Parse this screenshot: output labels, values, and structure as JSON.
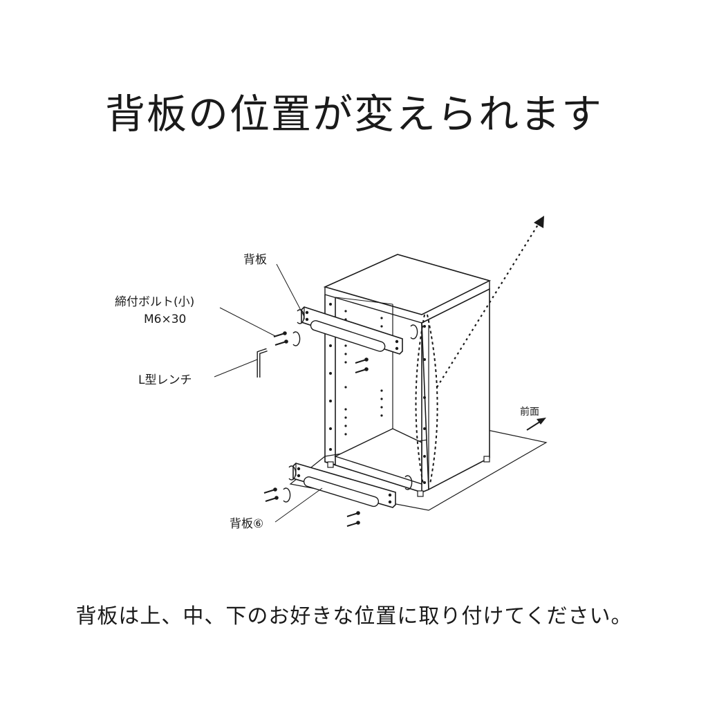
{
  "title": "背板の位置が変えられます",
  "labels": {
    "back_panel": "背板",
    "bolt_name": "締付ボルト(小)",
    "bolt_size": "M6×30",
    "wrench": "L型レンチ",
    "front": "前面",
    "back_panel_6": "背板⑥"
  },
  "caption": "背板は上、中、下のお好きな位置に取り付けてください。"
}
